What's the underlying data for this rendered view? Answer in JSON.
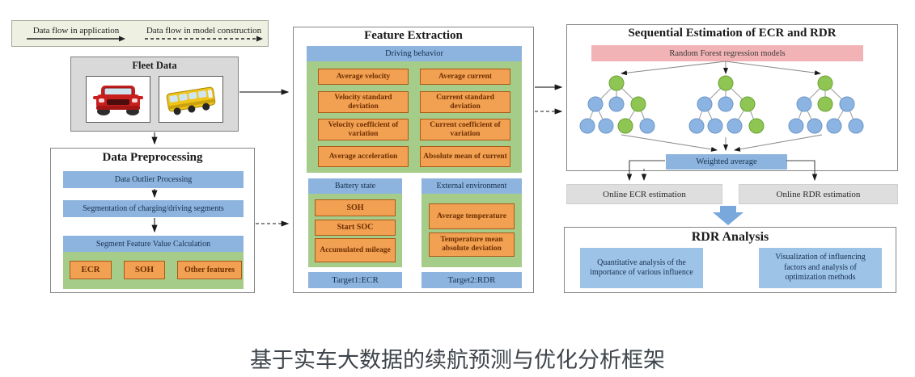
{
  "colors": {
    "blue_box": "#8db4de",
    "green_panel": "#a6cc8a",
    "orange_box": "#f2a052",
    "pink_box": "#f2b3b6",
    "gray_box": "#dedede",
    "tree_green": "#8fc653",
    "tree_blue": "#8cb4e2",
    "fat_arrow_blue": "#79a8dc"
  },
  "legend": {
    "application_label": "Data flow in application",
    "model_label": "Data flow in model construction"
  },
  "fleet": {
    "title": "Fleet Data",
    "vehicles": [
      "car",
      "bus"
    ]
  },
  "preprocessing": {
    "title": "Data Preprocessing",
    "steps": [
      "Data Outlier Processing",
      "Segmentation of charging/driving segments",
      "Segment Feature Value Calculation"
    ],
    "features": [
      "ECR",
      "SOH",
      "Other features"
    ]
  },
  "feature_extraction": {
    "title": "Feature Extraction",
    "driving": {
      "header": "Driving behavior",
      "items": [
        "Average velocity",
        "Average current",
        "Velocity standard deviation",
        "Current standard deviation",
        "Velocity coefficient of variation",
        "Current coefficient of variation",
        "Average acceleration",
        "Absolute mean of current"
      ]
    },
    "battery": {
      "header": "Battery state",
      "items": [
        "SOH",
        "Start SOC",
        "Accumulated mileage"
      ]
    },
    "environment": {
      "header": "External environment",
      "items": [
        "Average temperature",
        "Temperature mean absolute deviation"
      ]
    },
    "targets": [
      "Target1:ECR",
      "Target2:RDR"
    ]
  },
  "estimation": {
    "title": "Sequential Estimation of ECR and RDR",
    "model_label": "Random Forest regression models",
    "weighted_label": "Weighted average",
    "outputs": [
      "Online ECR estimation",
      "Online RDR estimation"
    ],
    "forest": {
      "trees": [
        {
          "root": "green",
          "level2": [
            "blue",
            "blue",
            "green"
          ],
          "level3": [
            "blue",
            "blue",
            "green",
            "blue"
          ]
        },
        {
          "root": "green",
          "level2": [
            "blue",
            "blue",
            "green"
          ],
          "level3": [
            "blue",
            "blue",
            "blue",
            "green"
          ]
        },
        {
          "root": "green",
          "level2": [
            "blue",
            "green",
            "blue"
          ],
          "level3": [
            "blue",
            "blue",
            "blue",
            "blue"
          ]
        }
      ]
    }
  },
  "analysis": {
    "title": "RDR Analysis",
    "items": [
      "Quantitative analysis of the importance of various influence",
      "Visualization of influencing factors and analysis of optimization methods"
    ]
  },
  "caption": "基于实车大数据的续航预测与优化分析框架"
}
